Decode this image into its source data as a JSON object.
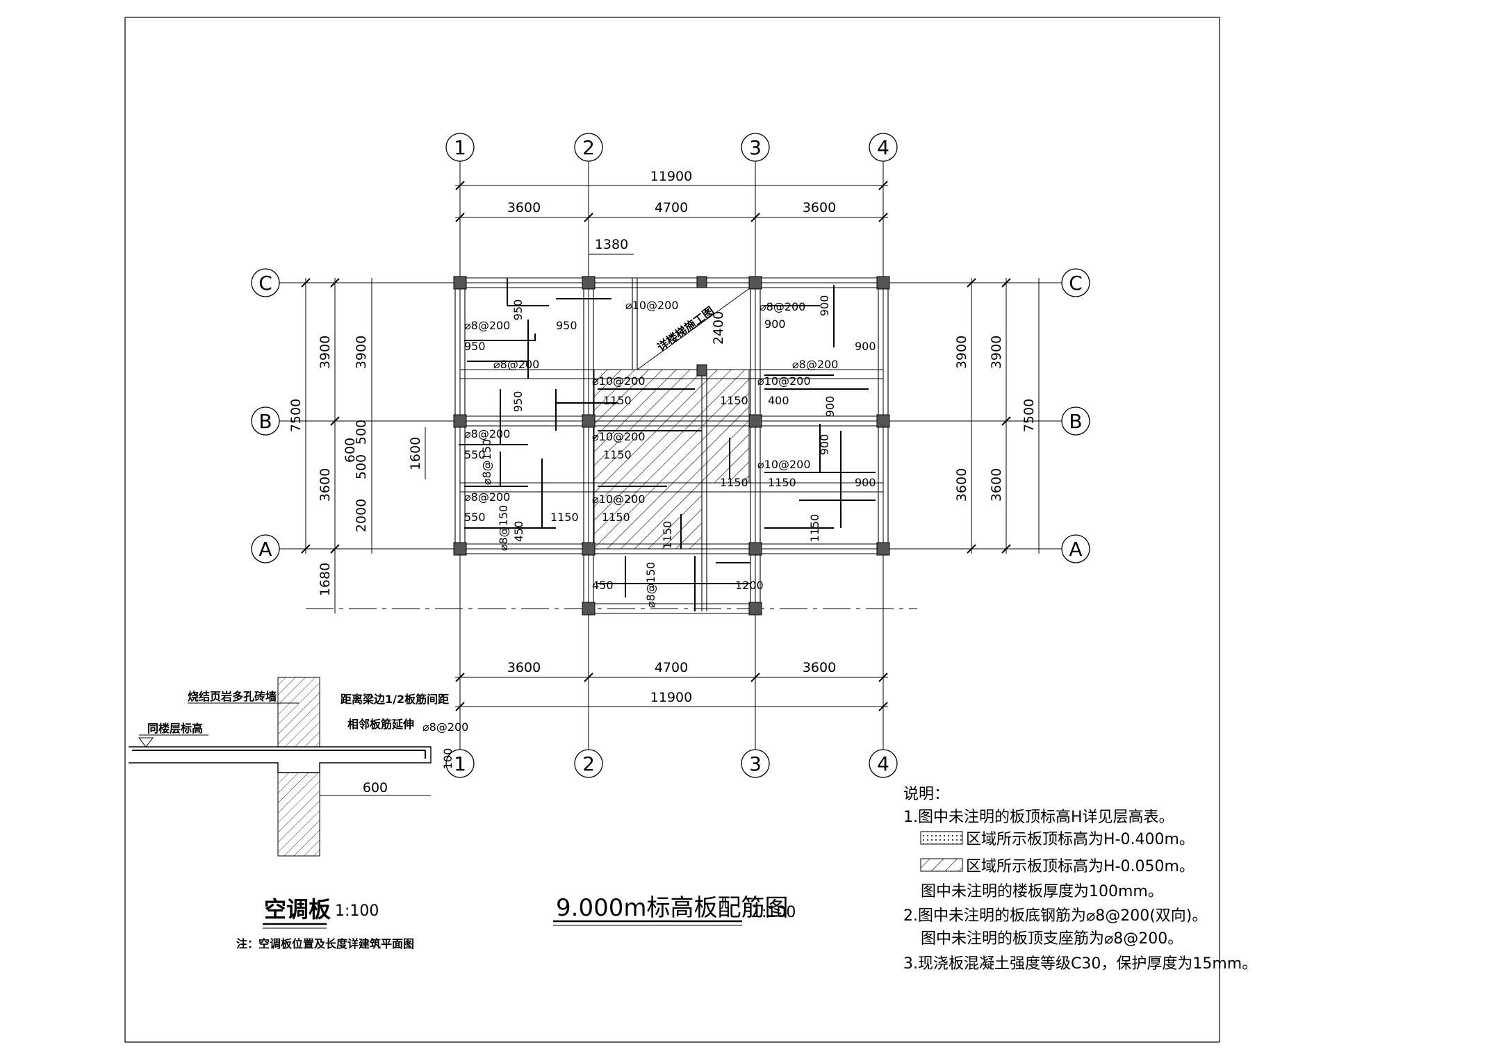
{
  "grid": {
    "columns": [
      "1",
      "2",
      "3",
      "4"
    ],
    "rows": [
      "C",
      "B",
      "A"
    ]
  },
  "dims": {
    "total_width": "11900",
    "bays": [
      "3600",
      "4700",
      "3600"
    ],
    "left_total": "7500",
    "left_bays": [
      "3900",
      "3600"
    ],
    "left_inner_bays": [
      "3900",
      "600",
      "500",
      "500",
      "2000"
    ],
    "right_total": "7500",
    "right_bays": [
      "3900",
      "3600"
    ],
    "bottom_ext": "1680",
    "opening_top": "1380",
    "opening_left": "1600",
    "stair_dim": "2400"
  },
  "rebar_labels": [
    "⌀8@200",
    "⌀8@200",
    "⌀8@200",
    "⌀8@200",
    "⌀8@200",
    "⌀8@200",
    "⌀10@200",
    "⌀10@200",
    "⌀10@200",
    "⌀10@200",
    "⌀10@200",
    "⌀10@200",
    "⌀8@150",
    "⌀8@150",
    "⌀8@150",
    "950",
    "950",
    "950",
    "950",
    "900",
    "900",
    "900",
    "900",
    "900",
    "900",
    "1150",
    "1150",
    "1150",
    "1150",
    "1150",
    "1150",
    "1150",
    "1150",
    "400",
    "550",
    "550",
    "450",
    "450",
    "1200",
    "1150"
  ],
  "stair_note": "详楼梯施工图",
  "main_title": {
    "name": "9.000m标高板配筋图",
    "scale": "1:100"
  },
  "detail": {
    "title": "空调板",
    "scale": "1:100",
    "wall_label": "烧结页岩多孔砖墙",
    "edge_note": "距离梁边1/2板筋间距",
    "extend_note": "相邻板筋延伸",
    "level_note": "同楼层标高",
    "rebar": "⌀8@200",
    "thickness": "100",
    "length": "600",
    "footnote": "注：空调板位置及长度详建筑平面图"
  },
  "notes": {
    "heading": "说明：",
    "items": [
      "1.图中未注明的板顶标高H详见层高表。",
      "区域所示板顶标高为H-0.400m。",
      "区域所示板顶标高为H-0.050m。",
      "图中未注明的楼板厚度为100mm。",
      "2.图中未注明的板底钢筋为⌀8@200(双向)。",
      "图中未注明的板顶支座筋为⌀8@200。",
      "3.现浇板混凝土强度等级C30，保护厚度为15mm。"
    ]
  }
}
